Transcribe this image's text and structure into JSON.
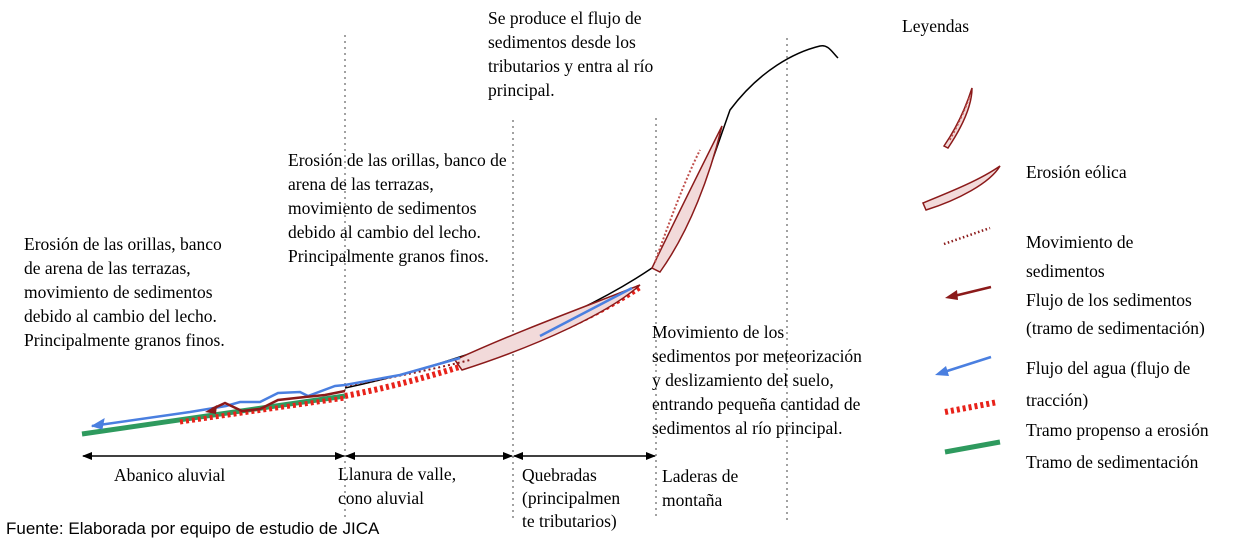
{
  "diagram": {
    "notes": {
      "alluvial_fan": [
        "Erosión de las orillas, banco",
        "de arena de las terrazas,",
        "movimiento de sedimentos",
        "debido al cambio del lecho.",
        "Principalmente granos finos."
      ],
      "valley_plain": [
        "Erosión de las orillas, banco de",
        "arena de las terrazas,",
        "movimiento de sedimentos",
        "debido al cambio del lecho.",
        "Principalmente granos finos."
      ],
      "tributaries": [
        "Se produce el flujo de",
        "sedimentos desde los",
        "tributarios y entra al río",
        "principal."
      ],
      "slopes": [
        "Movimiento de los",
        "sedimentos por meteorización",
        "y deslizamiento del suelo,",
        "entrando pequeña cantidad de",
        "sedimentos al río principal."
      ]
    },
    "zones": {
      "alluvial_fan": [
        "Abanico aluvial"
      ],
      "valley_plain": [
        "Llanura de valle,",
        "cono aluvial"
      ],
      "ravines": [
        "Quebradas",
        "(principalmen",
        "te tributarios)"
      ],
      "mountain_slopes": [
        "Laderas de",
        "montaña"
      ]
    },
    "legend": {
      "title": "Leyendas",
      "items": [
        {
          "lines": [
            "Erosión eólica"
          ],
          "symbol": "eolian-erosion-icon"
        },
        {
          "lines": [
            "Movimiento de",
            "sedimentos"
          ],
          "symbol": "sediment-movement-icon"
        },
        {
          "lines": [
            "Flujo de los sedimentos",
            "(tramo de sedimentación)"
          ],
          "symbol": "sediment-flow-icon"
        },
        {
          "lines": [
            "Flujo del agua (flujo de",
            "tracción)"
          ],
          "symbol": "water-flow-icon"
        },
        {
          "lines": [
            "Tramo propenso a erosión"
          ],
          "symbol": "erosion-prone-icon"
        },
        {
          "lines": [
            "Tramo de sedimentación"
          ],
          "symbol": "sedimentation-icon"
        }
      ]
    },
    "colors": {
      "terrain": "#000000",
      "sediment_flow": "#8b1a1a",
      "water_flow": "#4a7fe0",
      "erosion_prone": "#e8221a",
      "sedimentation": "#2e9a5e",
      "eolian_fill": "#f2dada"
    },
    "source": "Fuente: Elaborada por equipo de estudio de JICA"
  }
}
